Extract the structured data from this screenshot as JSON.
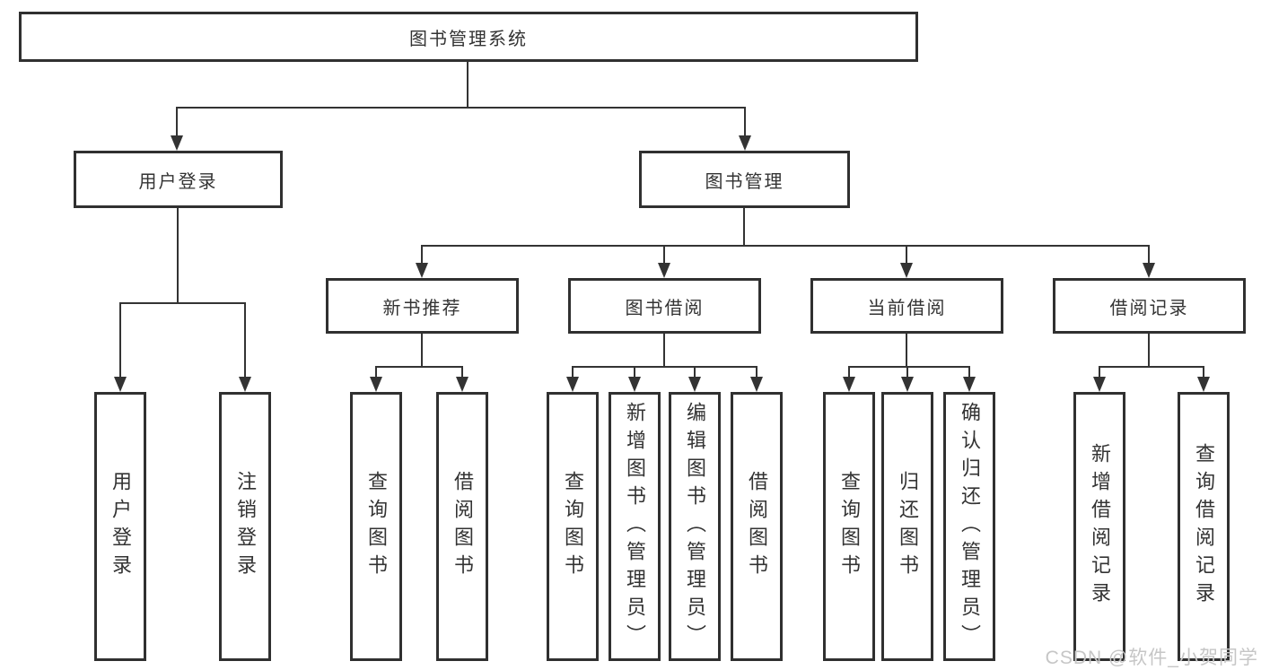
{
  "diagram_type": "hierarchy-flowchart",
  "colors": {
    "background": "#ffffff",
    "line": "#333333",
    "box_border": "#303030",
    "text": "#333333",
    "watermark_text": "#c6c6c6"
  },
  "tree": {
    "root": "图书管理系统",
    "children": [
      {
        "label": "用户登录",
        "children": [
          "用户登录",
          "注销登录"
        ]
      },
      {
        "label": "图书管理",
        "children": [
          {
            "label": "新书推荐",
            "children": [
              "查询图书",
              "借阅图书"
            ]
          },
          {
            "label": "图书借阅",
            "children": [
              "查询图书",
              "新增图书（管理员）",
              "编辑图书（管理员）",
              "借阅图书"
            ]
          },
          {
            "label": "当前借阅",
            "children": [
              "查询图书",
              "归还图书",
              "确认归还（管理员）"
            ]
          },
          {
            "label": "借阅记录",
            "children": [
              "新增借阅记录",
              "查询借阅记录"
            ]
          }
        ]
      }
    ]
  },
  "watermark": "CSDN @软件_小贺同学"
}
